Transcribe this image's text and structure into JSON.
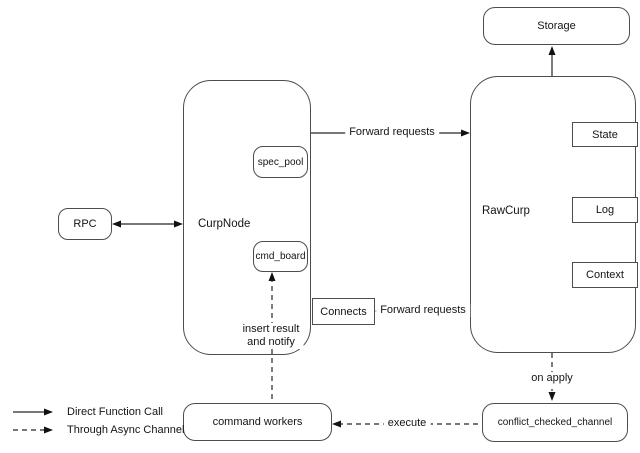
{
  "nodes": {
    "storage": {
      "label": "Storage"
    },
    "rawcurp": {
      "label": "RawCurp"
    },
    "state": {
      "label": "State"
    },
    "log": {
      "label": "Log"
    },
    "context": {
      "label": "Context"
    },
    "curpnode": {
      "label": "CurpNode"
    },
    "spec_pool": {
      "label": "spec_pool"
    },
    "cmd_board": {
      "label": "cmd_board"
    },
    "rpc": {
      "label": "RPC"
    },
    "connects": {
      "label": "Connects"
    },
    "command_workers": {
      "label": "command workers"
    },
    "conflict_checked_channel": {
      "label": "conflict_checked_channel"
    }
  },
  "edge_labels": {
    "forward_requests_top": "Forward requests",
    "forward_requests_bottom": "Forward requests",
    "on_apply": "on apply",
    "execute": "execute",
    "insert_result": "insert result",
    "and_notify": "and notify"
  },
  "legend": {
    "direct": "Direct Function Call",
    "async": "Through Async Channel"
  },
  "colors": {
    "background": "#ffffff",
    "stroke": "#4d4d4d",
    "arrow": "#262626",
    "text": "#141414"
  }
}
